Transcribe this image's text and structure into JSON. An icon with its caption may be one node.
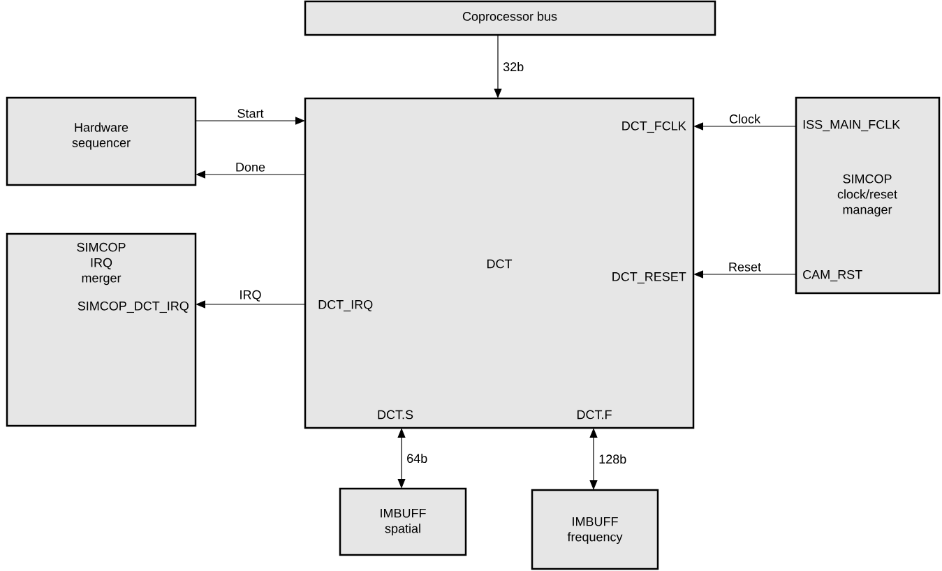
{
  "diagram": {
    "nodes": [
      {
        "text": [
          "Coprocessor bus"
        ]
      },
      {
        "text": [
          "DCT",
          "DCT_FCLK",
          "DCT_RESET",
          "DCT_IRQ",
          "DCT.S",
          "DCT.F"
        ]
      },
      {
        "text": [
          "Hardware sequencer"
        ]
      },
      {
        "text": [
          "SIMCOP IRQ merger",
          "SIMCOP_DCT_IRQ"
        ]
      },
      {
        "text": [
          "ISS_MAIN_FCLK",
          "SIMCOP clock/reset manager",
          "CAM_RST"
        ]
      },
      {
        "text": [
          "IMBUFF spatial"
        ]
      },
      {
        "text": [
          "IMBUFF frequency"
        ]
      }
    ],
    "edges": [
      {
        "from": 0,
        "to": 1,
        "arrow": "to",
        "label": "32b"
      },
      {
        "from": 2,
        "to": 1,
        "arrow": "to",
        "label": "Start"
      },
      {
        "from": 1,
        "to": 2,
        "arrow": "to",
        "label": "Done"
      },
      {
        "from": 4,
        "to": 1,
        "arrow": "to",
        "label": "Clock"
      },
      {
        "from": 4,
        "to": 1,
        "arrow": "to",
        "label": "Reset"
      },
      {
        "from": 1,
        "to": 3,
        "arrow": "to",
        "label": "IRQ"
      },
      {
        "from": 5,
        "to": 1,
        "arrow": "both",
        "label": "64b"
      },
      {
        "from": 6,
        "to": 1,
        "arrow": "both",
        "label": "128b"
      }
    ]
  }
}
